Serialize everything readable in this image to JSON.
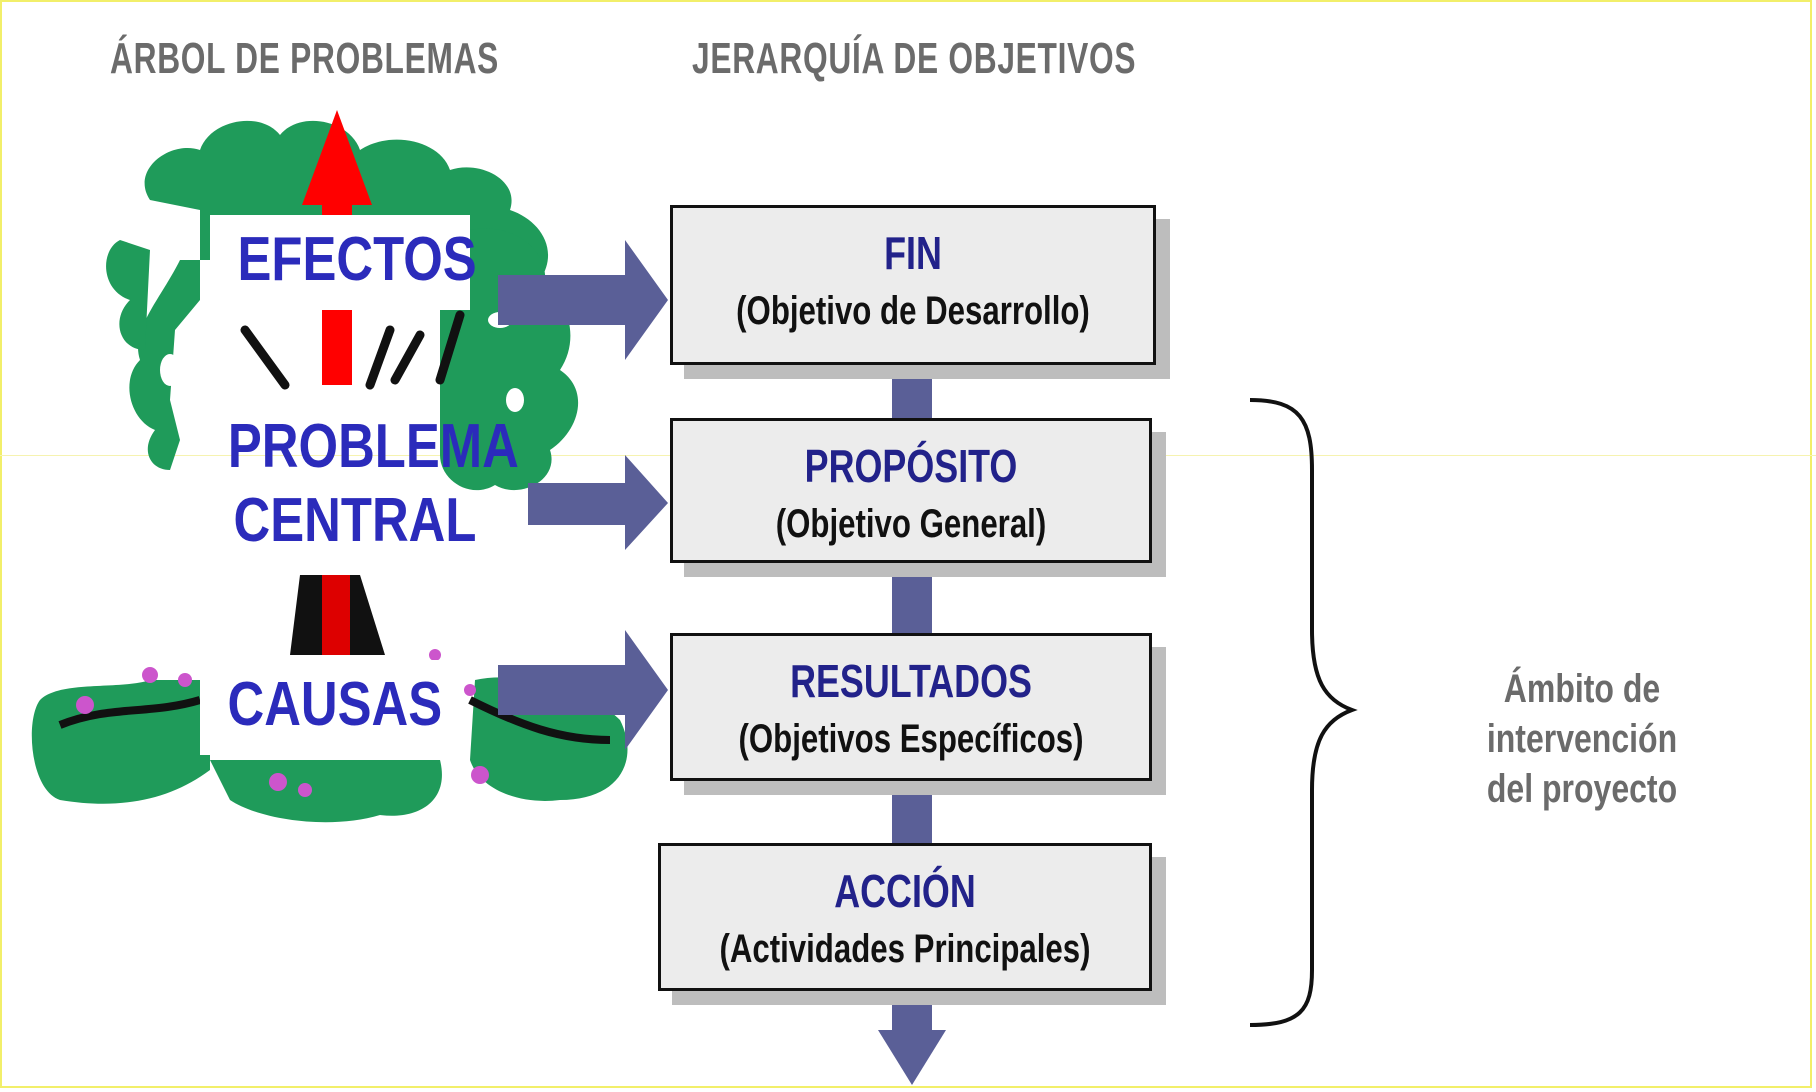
{
  "headings": {
    "left": "ÁRBOL DE PROBLEMAS",
    "right": "JERARQUÍA DE OBJETIVOS"
  },
  "tree": {
    "effects": "EFECTOS",
    "problem_line1": "PROBLEMA",
    "problem_line2": "CENTRAL",
    "causes": "CAUSAS"
  },
  "objectives": [
    {
      "title": "FIN",
      "subtitle": "(Objetivo de Desarrollo)"
    },
    {
      "title": "PROPÓSITO",
      "subtitle": "(Objetivo General)"
    },
    {
      "title": "RESULTADOS",
      "subtitle": "(Objetivos Específicos)"
    },
    {
      "title": "ACCIÓN",
      "subtitle": "(Actividades Principales)"
    }
  ],
  "scope": {
    "line1": "Ámbito de intervención",
    "line2": "del proyecto"
  },
  "colors": {
    "foliage": "#1f9b5a",
    "arrow_red": "#ff0000",
    "connector": "#5a5f97",
    "label_blue": "#2b2bbb",
    "flower": "#cc55cc"
  }
}
